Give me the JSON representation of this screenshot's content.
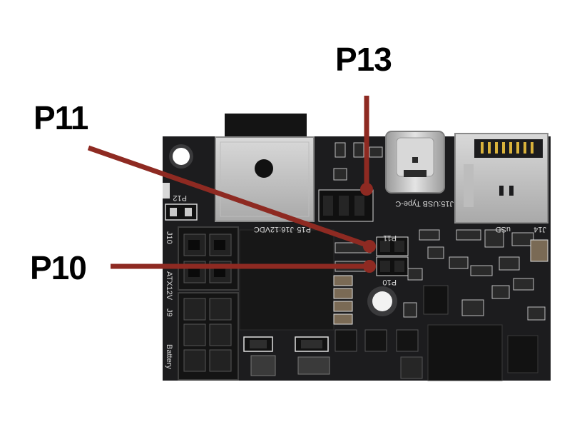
{
  "callouts": {
    "p13": "P13",
    "p11": "P11",
    "p10": "P10"
  },
  "board_labels": {
    "p12": "P12",
    "j10": "J10",
    "atx12v": "ATX12V",
    "j9": "J9",
    "battery": "Battery",
    "dc_jack": "J16:12VDC",
    "p15": "P15",
    "usb_c": "J15:USB Type-C",
    "usd": "uSD",
    "j14": "J14",
    "p11": "P11",
    "p10": "P10"
  },
  "colors": {
    "leader_line": "#8e2a22",
    "pcb": "#1c1c1e",
    "silkscreen": "#d8d8d8",
    "metal": "#c9c9c9",
    "background": "#ffffff"
  }
}
